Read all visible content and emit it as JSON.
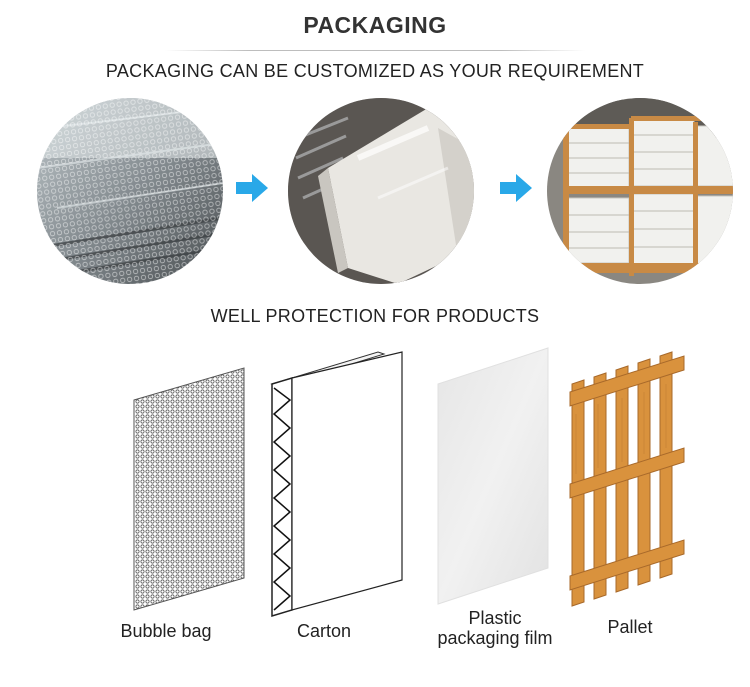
{
  "header": {
    "title": "PACKAGING",
    "subtitle": "PACKAGING CAN BE CUSTOMIZED AS YOUR REQUIREMENT"
  },
  "section": {
    "title": "WELL PROTECTION FOR PRODUCTS"
  },
  "materials": [
    {
      "label": "Bubble bag"
    },
    {
      "label": "Carton"
    },
    {
      "label_line1": "Plastic",
      "label_line2": "packaging film"
    },
    {
      "label": "Pallet"
    }
  ],
  "colors": {
    "arrow": "#29a8e8",
    "wood": "#d9923d",
    "text": "#222222"
  }
}
